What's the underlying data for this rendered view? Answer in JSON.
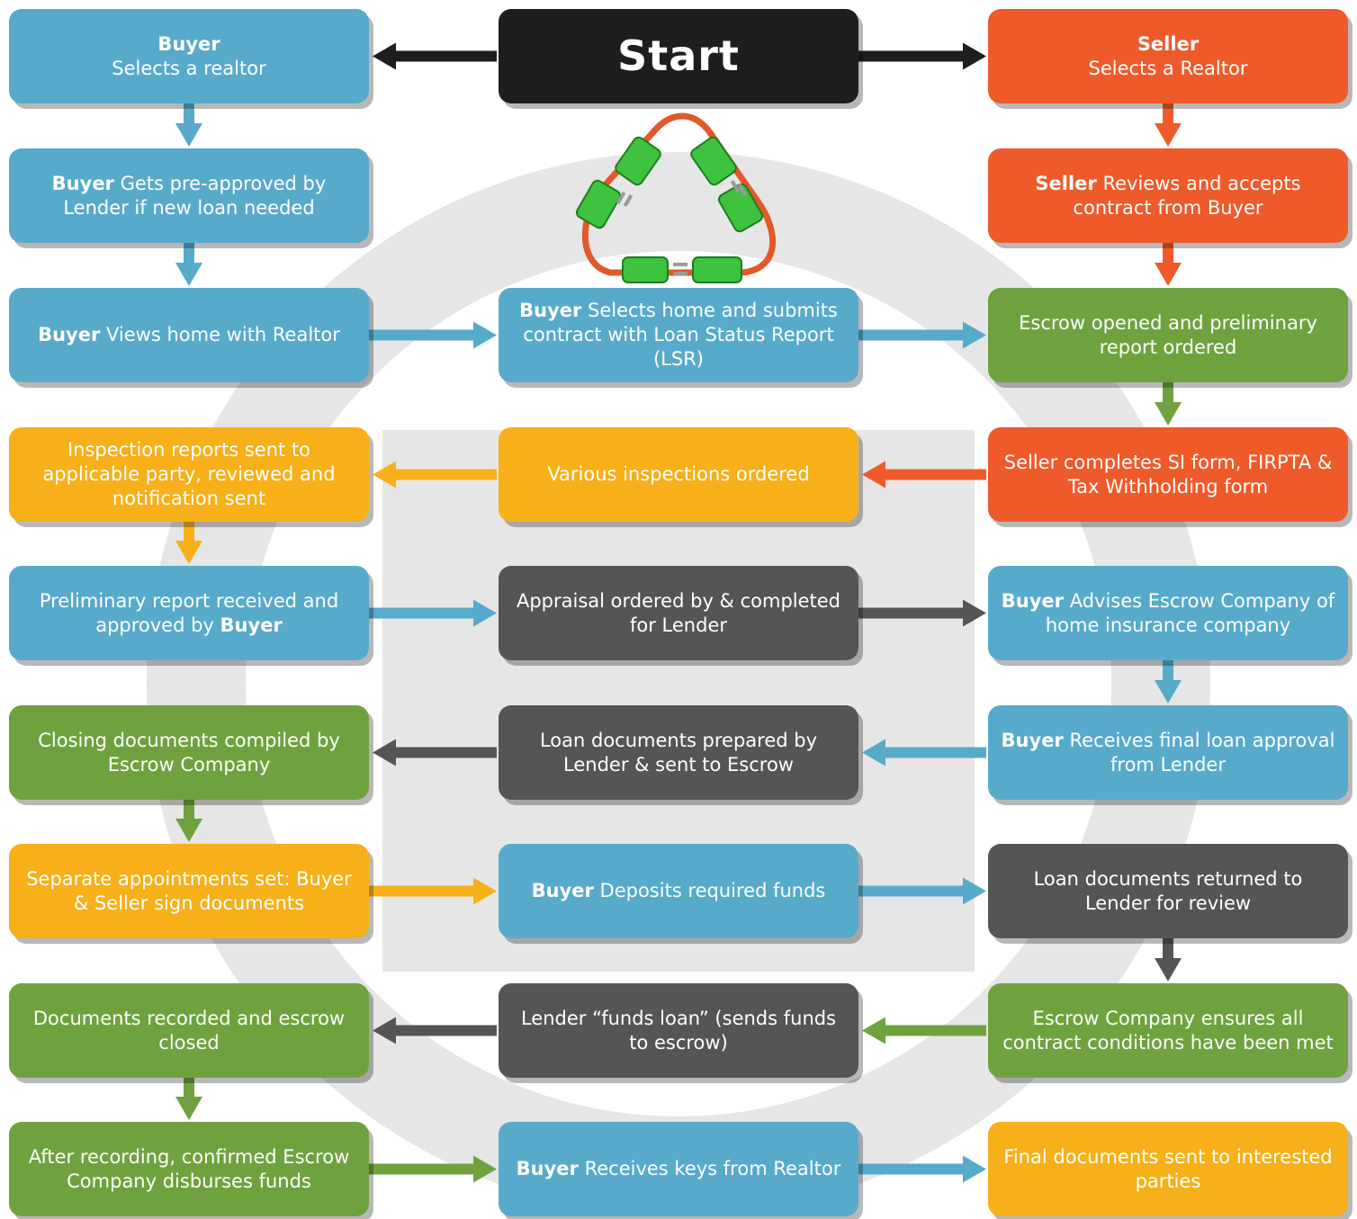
{
  "colors": {
    "blue": "#58aacb",
    "orange": "#ef5a2a",
    "green": "#6fa23e",
    "yellow": "#f7b019",
    "dark": "#555555",
    "black": "#1e1e1e"
  },
  "boxes": [
    {
      "id": "start",
      "bold": "Start",
      "text": "",
      "color": "black",
      "break": false
    },
    {
      "id": "buyer-selects-realtor",
      "bold": "Buyer",
      "text": "Selects a realtor",
      "color": "blue",
      "break": true
    },
    {
      "id": "seller-selects-realtor",
      "bold": "Seller",
      "text": "Selects a Realtor",
      "color": "orange",
      "break": true
    },
    {
      "id": "buyer-preapproved",
      "bold": "Buyer",
      "text": " Gets pre-approved by Lender if new loan needed",
      "color": "blue",
      "break": false
    },
    {
      "id": "seller-reviews-contract",
      "bold": "Seller",
      "text": " Reviews and accepts contract from Buyer",
      "color": "orange",
      "break": false
    },
    {
      "id": "buyer-views-home",
      "bold": "Buyer",
      "text": " Views home with Realtor",
      "color": "blue",
      "break": false
    },
    {
      "id": "buyer-submits-contract",
      "bold": "Buyer",
      "text": " Selects home and submits contract with Loan Status Report (LSR)",
      "color": "blue",
      "break": false
    },
    {
      "id": "escrow-opened",
      "bold": "",
      "text": "Escrow opened and preliminary report ordered",
      "color": "green",
      "break": false
    },
    {
      "id": "inspection-reports",
      "bold": "",
      "text": "Inspection reports sent to applicable party, reviewed and notification sent",
      "color": "yellow",
      "break": false
    },
    {
      "id": "various-inspections",
      "bold": "",
      "text": "Various inspections ordered",
      "color": "yellow",
      "break": false
    },
    {
      "id": "seller-si-form",
      "bold": "",
      "text": "Seller completes SI form, FIRPTA & Tax Withholding form",
      "color": "orange",
      "break": false
    },
    {
      "id": "preliminary-report-approved",
      "bold": "",
      "text": "Preliminary report received and approved by ",
      "boldAfter": "Buyer",
      "color": "blue",
      "break": false
    },
    {
      "id": "appraisal-ordered",
      "bold": "",
      "text": "Appraisal ordered by & completed for Lender",
      "color": "dark",
      "break": false
    },
    {
      "id": "buyer-advises-insurance",
      "bold": "Buyer",
      "text": " Advises Escrow Company of home insurance company",
      "color": "blue",
      "break": false
    },
    {
      "id": "closing-documents",
      "bold": "",
      "text": "Closing documents compiled by Escrow Company",
      "color": "green",
      "break": false
    },
    {
      "id": "loan-documents-prepared",
      "bold": "",
      "text": "Loan documents prepared by Lender & sent to Escrow",
      "color": "dark",
      "break": false
    },
    {
      "id": "buyer-final-approval",
      "bold": "Buyer",
      "text": " Receives final loan approval from Lender",
      "color": "blue",
      "break": false
    },
    {
      "id": "separate-appointments",
      "bold": "",
      "text": "Separate appointments set: Buyer & Seller sign documents",
      "color": "yellow",
      "break": false
    },
    {
      "id": "buyer-deposits-funds",
      "bold": "Buyer",
      "text": " Deposits required funds",
      "color": "blue",
      "break": false
    },
    {
      "id": "loan-documents-returned",
      "bold": "",
      "text": "Loan documents returned to Lender for review",
      "color": "dark",
      "break": false
    },
    {
      "id": "documents-recorded",
      "bold": "",
      "text": "Documents recorded and escrow closed",
      "color": "green",
      "break": false
    },
    {
      "id": "lender-funds-loan",
      "bold": "",
      "text": "Lender “funds loan” (sends funds to escrow)",
      "color": "dark",
      "break": false
    },
    {
      "id": "escrow-conditions-met",
      "bold": "",
      "text": "Escrow Company ensures all contract conditions have been met",
      "color": "green",
      "break": false
    },
    {
      "id": "escrow-disburses-funds",
      "bold": "",
      "text": "After recording, confirmed Escrow Company disburses funds",
      "color": "green",
      "break": false
    },
    {
      "id": "buyer-receives-keys",
      "bold": "Buyer",
      "text": " Receives keys from Realtor",
      "color": "blue",
      "break": false
    },
    {
      "id": "final-documents-sent",
      "bold": "",
      "text": "Final documents sent to interested parties",
      "color": "yellow",
      "break": false
    }
  ],
  "arrows": [
    {
      "id": "start-to-buyer",
      "from": "start",
      "to": "buyer-selects-realtor",
      "color": "black"
    },
    {
      "id": "start-to-seller",
      "from": "start",
      "to": "seller-selects-realtor",
      "color": "black"
    },
    {
      "id": "buyer-realtor-to-preapproved",
      "from": "buyer-selects-realtor",
      "to": "buyer-preapproved",
      "color": "blue"
    },
    {
      "id": "preapproved-to-views-home",
      "from": "buyer-preapproved",
      "to": "buyer-views-home",
      "color": "blue"
    },
    {
      "id": "views-home-to-submits",
      "from": "buyer-views-home",
      "to": "buyer-submits-contract",
      "color": "blue"
    },
    {
      "id": "submits-to-escrow-opened",
      "from": "buyer-submits-contract",
      "to": "escrow-opened",
      "color": "blue"
    },
    {
      "id": "seller-realtor-to-reviews",
      "from": "seller-selects-realtor",
      "to": "seller-reviews-contract",
      "color": "orange"
    },
    {
      "id": "reviews-to-escrow-opened",
      "from": "seller-reviews-contract",
      "to": "escrow-opened",
      "color": "orange"
    },
    {
      "id": "escrow-opened-to-si-form",
      "from": "escrow-opened",
      "to": "seller-si-form",
      "color": "green"
    },
    {
      "id": "si-form-to-inspections",
      "from": "seller-si-form",
      "to": "various-inspections",
      "color": "orange"
    },
    {
      "id": "inspections-to-reports",
      "from": "various-inspections",
      "to": "inspection-reports",
      "color": "yellow"
    },
    {
      "id": "reports-to-preliminary",
      "from": "inspection-reports",
      "to": "preliminary-report-approved",
      "color": "yellow"
    },
    {
      "id": "preliminary-to-appraisal",
      "from": "preliminary-report-approved",
      "to": "appraisal-ordered",
      "color": "blue"
    },
    {
      "id": "appraisal-to-insurance",
      "from": "appraisal-ordered",
      "to": "buyer-advises-insurance",
      "color": "dark"
    },
    {
      "id": "insurance-to-final-approval",
      "from": "buyer-advises-insurance",
      "to": "buyer-final-approval",
      "color": "blue"
    },
    {
      "id": "final-approval-to-loan-docs",
      "from": "buyer-final-approval",
      "to": "loan-documents-prepared",
      "color": "blue"
    },
    {
      "id": "loan-docs-to-closing",
      "from": "loan-documents-prepared",
      "to": "closing-documents",
      "color": "dark"
    },
    {
      "id": "closing-to-appointments",
      "from": "closing-documents",
      "to": "separate-appointments",
      "color": "green"
    },
    {
      "id": "appointments-to-deposits",
      "from": "separate-appointments",
      "to": "buyer-deposits-funds",
      "color": "yellow"
    },
    {
      "id": "deposits-to-returned",
      "from": "buyer-deposits-funds",
      "to": "loan-documents-returned",
      "color": "blue"
    },
    {
      "id": "returned-to-conditions",
      "from": "loan-documents-returned",
      "to": "escrow-conditions-met",
      "color": "dark"
    },
    {
      "id": "conditions-to-funds-loan",
      "from": "escrow-conditions-met",
      "to": "lender-funds-loan",
      "color": "green"
    },
    {
      "id": "funds-loan-to-recorded",
      "from": "lender-funds-loan",
      "to": "documents-recorded",
      "color": "dark"
    },
    {
      "id": "recorded-to-disburses",
      "from": "documents-recorded",
      "to": "escrow-disburses-funds",
      "color": "green"
    },
    {
      "id": "disburses-to-keys",
      "from": "escrow-disburses-funds",
      "to": "buyer-receives-keys",
      "color": "green"
    },
    {
      "id": "keys-to-final-documents",
      "from": "buyer-receives-keys",
      "to": "final-documents-sent",
      "color": "blue"
    }
  ],
  "illustration": {
    "icon": "power-plug-cycle-icon",
    "plug_color": "#3fc23f",
    "cord_color": "#e2582b"
  }
}
